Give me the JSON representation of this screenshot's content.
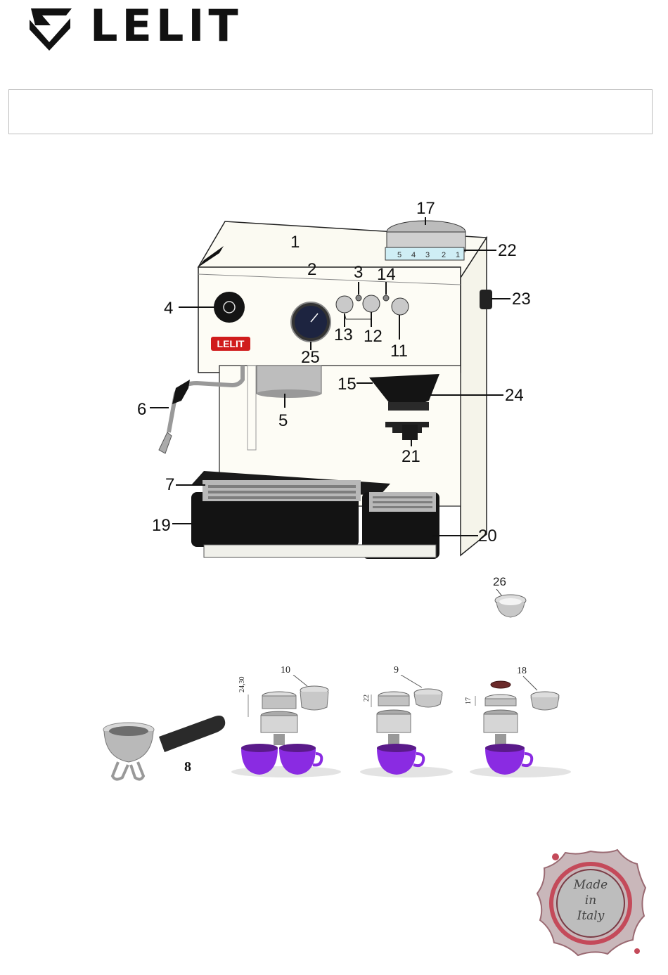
{
  "brand": {
    "name": "LELIT",
    "badge_text": "LELIT"
  },
  "title_box": {
    "text": ""
  },
  "main_labels": [
    {
      "id": "1",
      "text": "1"
    },
    {
      "id": "2",
      "text": "2"
    },
    {
      "id": "3",
      "text": "3"
    },
    {
      "id": "4",
      "text": "4"
    },
    {
      "id": "5",
      "text": "5"
    },
    {
      "id": "6",
      "text": "6"
    },
    {
      "id": "7",
      "text": "7"
    },
    {
      "id": "11",
      "text": "11"
    },
    {
      "id": "12",
      "text": "12"
    },
    {
      "id": "13",
      "text": "13"
    },
    {
      "id": "14",
      "text": "14"
    },
    {
      "id": "15",
      "text": "15"
    },
    {
      "id": "17",
      "text": "17"
    },
    {
      "id": "19",
      "text": "19"
    },
    {
      "id": "20",
      "text": "20"
    },
    {
      "id": "21",
      "text": "21"
    },
    {
      "id": "22",
      "text": "22"
    },
    {
      "id": "23",
      "text": "23"
    },
    {
      "id": "24",
      "text": "24"
    },
    {
      "id": "25",
      "text": "25"
    }
  ],
  "grinder_dial": {
    "marks": [
      "1",
      "2",
      "3",
      "4",
      "5"
    ]
  },
  "accessory_labels": {
    "basket_26": "26",
    "portafilter_8": "8",
    "basket_10": "10",
    "basket_9": "9",
    "basket_18": "18"
  },
  "dimensions": {
    "double": "24,30",
    "single": "22",
    "pod": "17"
  },
  "seal": {
    "line1": "Made",
    "line2": "in",
    "line3": "Italy"
  },
  "colors": {
    "cup": "#8a2be2",
    "badge": "#d01c1c",
    "tray": "#1a1a1a",
    "seal": "#c44a5a"
  }
}
